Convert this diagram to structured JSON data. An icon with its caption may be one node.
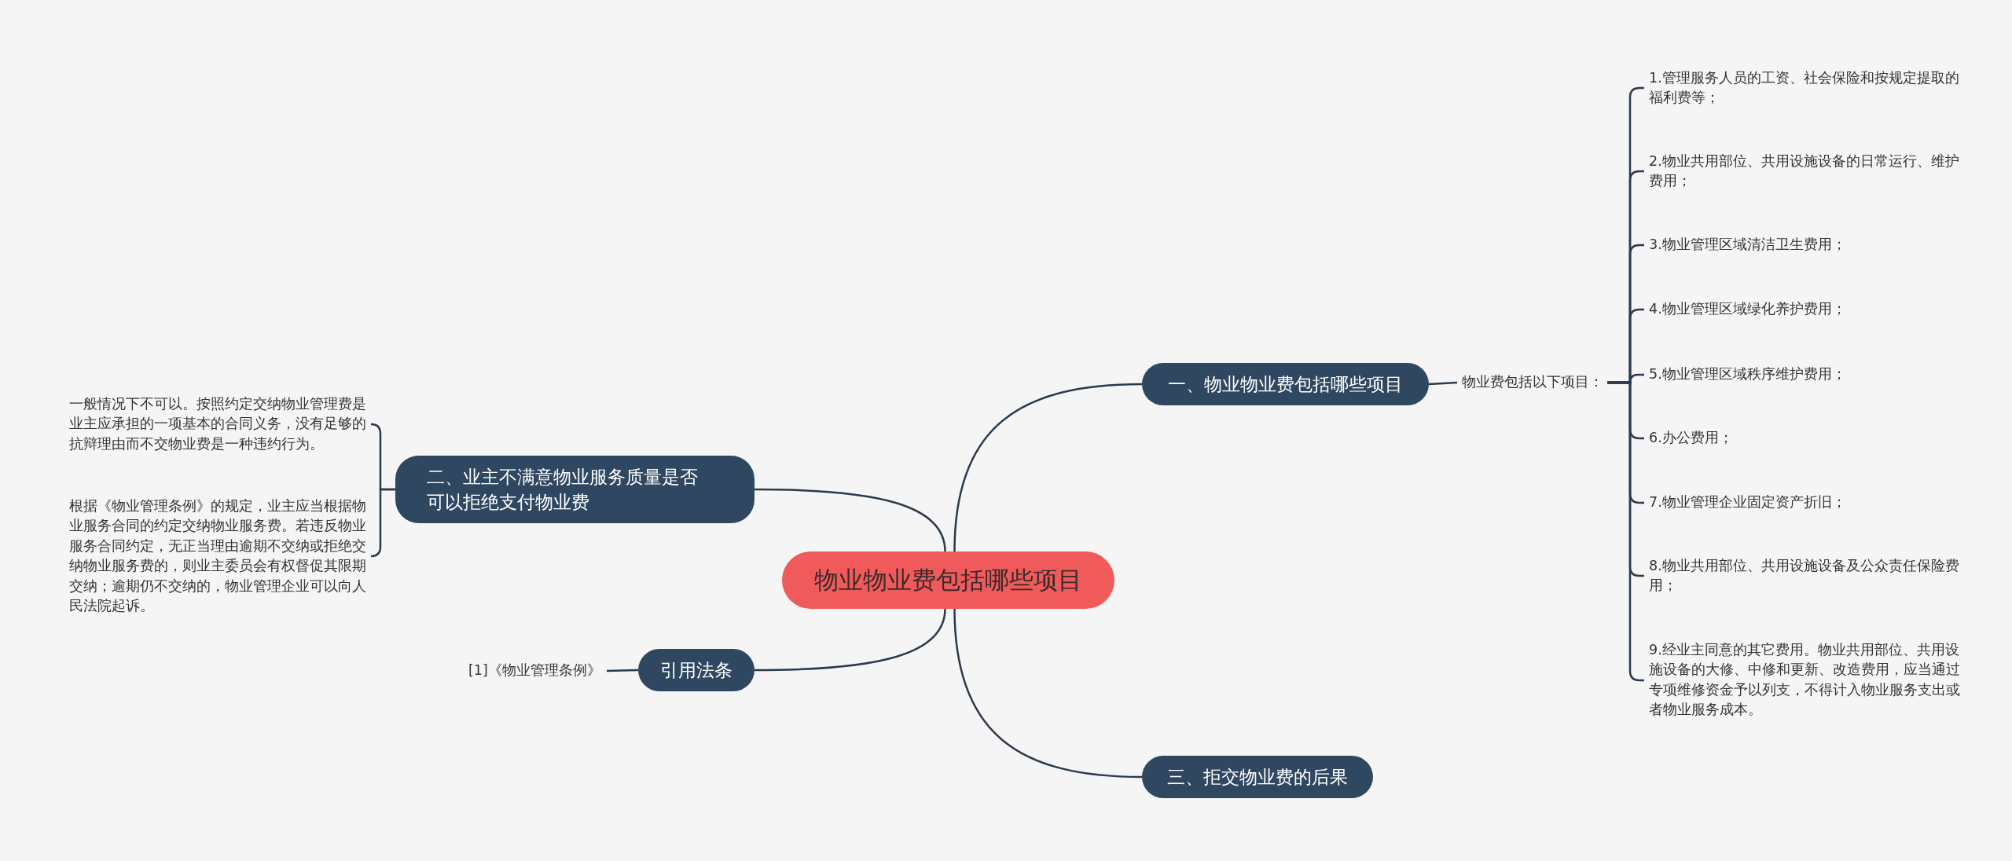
{
  "diagram": {
    "nodes": [
      {
        "text": [
          "物业物业费包括哪些项目"
        ]
      },
      {
        "text": [
          "一、物业物业费包括哪些项目"
        ]
      },
      {
        "text": [
          "物业费包括以下项目："
        ]
      },
      {
        "text": [
          "1.管理服务人员的工资、社会保险和按规定提取的福利费等；"
        ]
      },
      {
        "text": [
          "2.物业共用部位、共用设施设备的日常运行、维护费用；"
        ]
      },
      {
        "text": [
          "3.物业管理区域清洁卫生费用；"
        ]
      },
      {
        "text": [
          "4.物业管理区域绿化养护费用；"
        ]
      },
      {
        "text": [
          "5.物业管理区域秩序维护费用；"
        ]
      },
      {
        "text": [
          "6.办公费用；"
        ]
      },
      {
        "text": [
          "7.物业管理企业固定资产折旧；"
        ]
      },
      {
        "text": [
          "8.物业共用部位、共用设施设备及公众责任保险费用；"
        ]
      },
      {
        "text": [
          "9.经业主同意的其它费用。物业共用部位、共用设施设备的大修、中修和更新、改造费用，应当通过专项维修资金予以列支，不得计入物业服务支出或者物业服务成本。"
        ]
      },
      {
        "text": [
          "二、业主不满意物业服务质量是否可以拒绝支付物业费"
        ]
      },
      {
        "text": [
          "一般情况下不可以。按照约定交纳物业管理费是业主应承担的一项基本的合同义务，没有足够的抗辩理由而不交物业费是一种违约行为。"
        ]
      },
      {
        "text": [
          "根据《物业管理条例》的规定，业主应当根据物业服务合同的约定交纳物业服务费。若违反物业服务合同约定，无正当理由逾期不交纳或拒绝交纳物业服务费的，则业主委员会有权督促其限期交纳；逾期仍不交纳的，物业管理企业可以向人民法院起诉。"
        ]
      },
      {
        "text": [
          "引用法条"
        ]
      },
      {
        "text": [
          "[1]《物业管理条例》"
        ]
      },
      {
        "text": [
          "三、拒交物业费的后果"
        ]
      }
    ],
    "edges": [
      {
        "from": 0,
        "to": 1,
        "arrow": "none"
      },
      {
        "from": 0,
        "to": 12,
        "arrow": "none"
      },
      {
        "from": 0,
        "to": 15,
        "arrow": "none"
      },
      {
        "from": 0,
        "to": 17,
        "arrow": "none"
      },
      {
        "from": 1,
        "to": 2,
        "arrow": "none"
      },
      {
        "from": 2,
        "to": 3,
        "arrow": "none"
      },
      {
        "from": 2,
        "to": 4,
        "arrow": "none"
      },
      {
        "from": 2,
        "to": 5,
        "arrow": "none"
      },
      {
        "from": 2,
        "to": 6,
        "arrow": "none"
      },
      {
        "from": 2,
        "to": 7,
        "arrow": "none"
      },
      {
        "from": 2,
        "to": 8,
        "arrow": "none"
      },
      {
        "from": 2,
        "to": 9,
        "arrow": "none"
      },
      {
        "from": 2,
        "to": 10,
        "arrow": "none"
      },
      {
        "from": 2,
        "to": 11,
        "arrow": "none"
      },
      {
        "from": 12,
        "to": 13,
        "arrow": "none"
      },
      {
        "from": 12,
        "to": 14,
        "arrow": "none"
      },
      {
        "from": 15,
        "to": 16,
        "arrow": "none"
      }
    ]
  }
}
